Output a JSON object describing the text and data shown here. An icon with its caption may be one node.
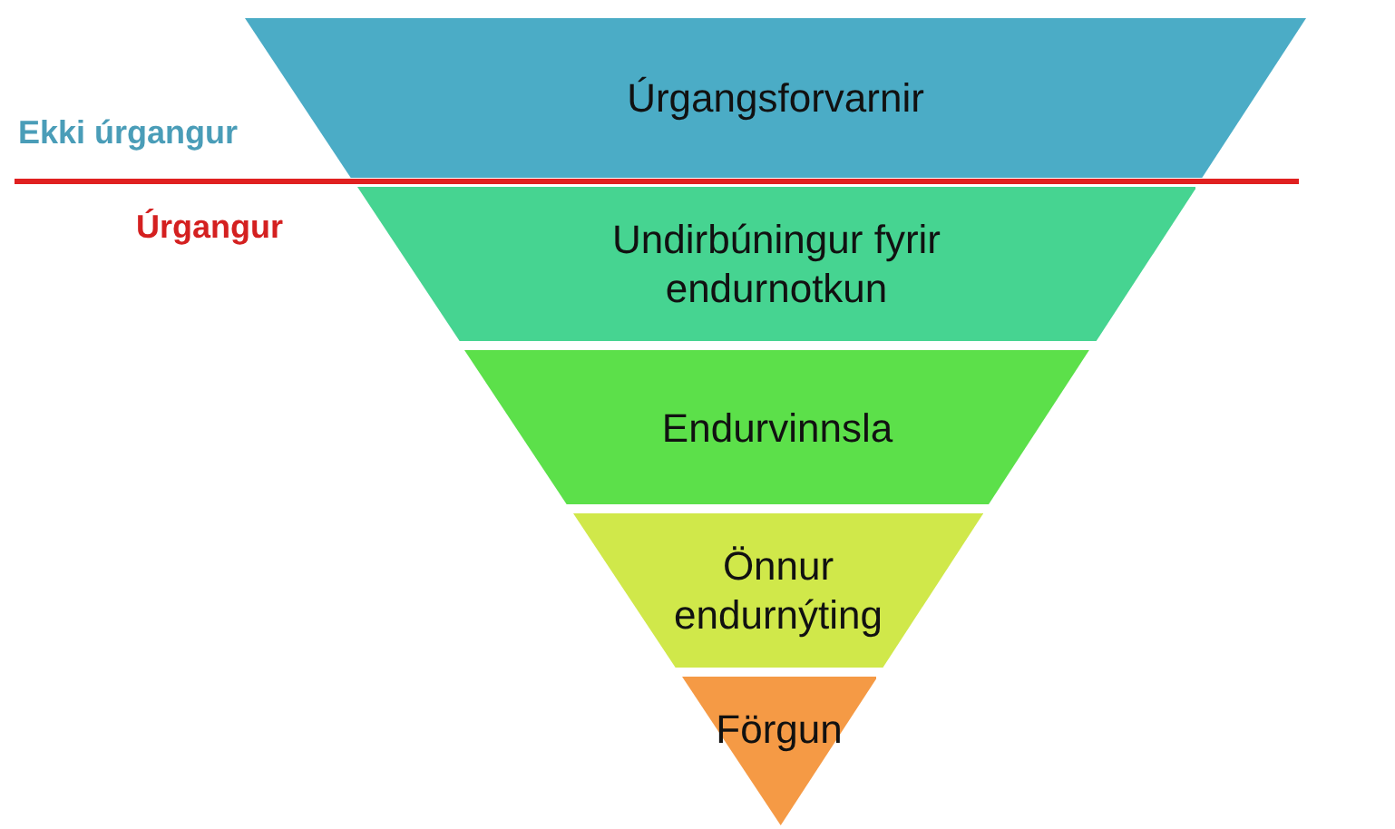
{
  "diagram": {
    "nodes": [
      {
        "text": [
          "Úrgangsforvarnir"
        ]
      },
      {
        "text": [
          "Undirbúningur fyrir endurnotkun"
        ]
      },
      {
        "text": [
          "Endurvinnsla"
        ]
      },
      {
        "text": [
          "Önnur endurnýting"
        ]
      },
      {
        "text": [
          "Förgun"
        ]
      }
    ],
    "labels": [
      "Ekki úrgangur",
      "Úrgangur"
    ]
  }
}
